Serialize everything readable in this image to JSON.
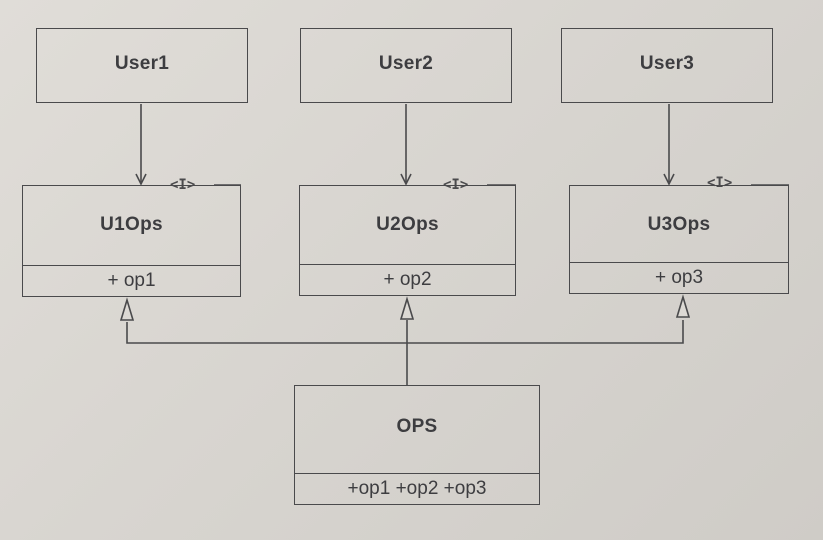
{
  "users": [
    {
      "name": "User1"
    },
    {
      "name": "User2"
    },
    {
      "name": "User3"
    }
  ],
  "interfaces": [
    {
      "name": "U1Ops",
      "stereotype": "<I>",
      "operation": "+ op1"
    },
    {
      "name": "U2Ops",
      "stereotype": "<I>",
      "operation": "+ op2"
    },
    {
      "name": "U3Ops",
      "stereotype": "<I>",
      "operation": "+ op3"
    }
  ],
  "implementation": {
    "name": "OPS",
    "operations": "+op1 +op2 +op3"
  },
  "colors": {
    "background": "#d9d6d1",
    "line": "#4a4a4c",
    "text": "#3d3d40"
  }
}
